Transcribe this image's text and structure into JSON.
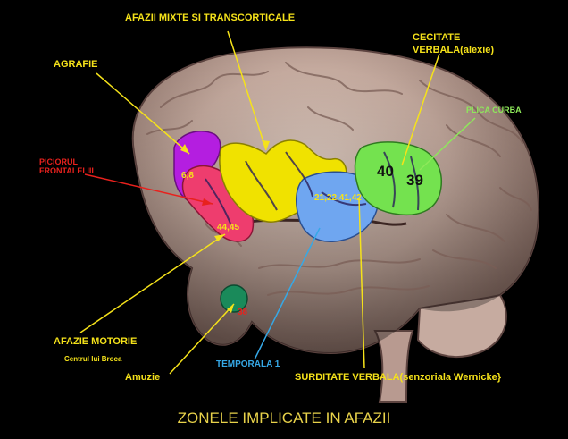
{
  "labels": {
    "afazii_mixte": "AFAZII MIXTE SI TRANSCORTICALE",
    "cecitate_line1": "CECITATE",
    "cecitate_line2": "VERBALA(alexie)",
    "agrafie": "AGRAFIE",
    "plica_curba": "PLICA CURBA",
    "piciorul_line1": "PICIORUL",
    "piciorul_line2": "FRONTALEI III",
    "afazie_motorie": "AFAZIE MOTORIE",
    "centrul_broca": "Centrul lui Broca",
    "amuzie": "Amuzie",
    "temporala": "TEMPORALA 1",
    "surditate": "SURDITATE VERBALA(senzoriala Wernicke}"
  },
  "areas": {
    "a68": "6,8",
    "a4445": "44,45",
    "a38": "38",
    "a21": "21,22,41,42",
    "a40": "40",
    "a39": "39"
  },
  "footer": "ZONELE IMPLICATE IN AFAZII",
  "colors": {
    "background": "#000000",
    "yellow_label": "#f5e21a",
    "red_label": "#e8211d",
    "green_label": "#8ee85a",
    "blue_label": "#36a8e6",
    "purple_area": "#b41ee0",
    "pink_area": "#ee3d6e",
    "yellow_area": "#f0e200",
    "blue_area": "#6fa6f0",
    "green_area": "#74e24f",
    "dark_green_area": "#1a8a5a"
  }
}
